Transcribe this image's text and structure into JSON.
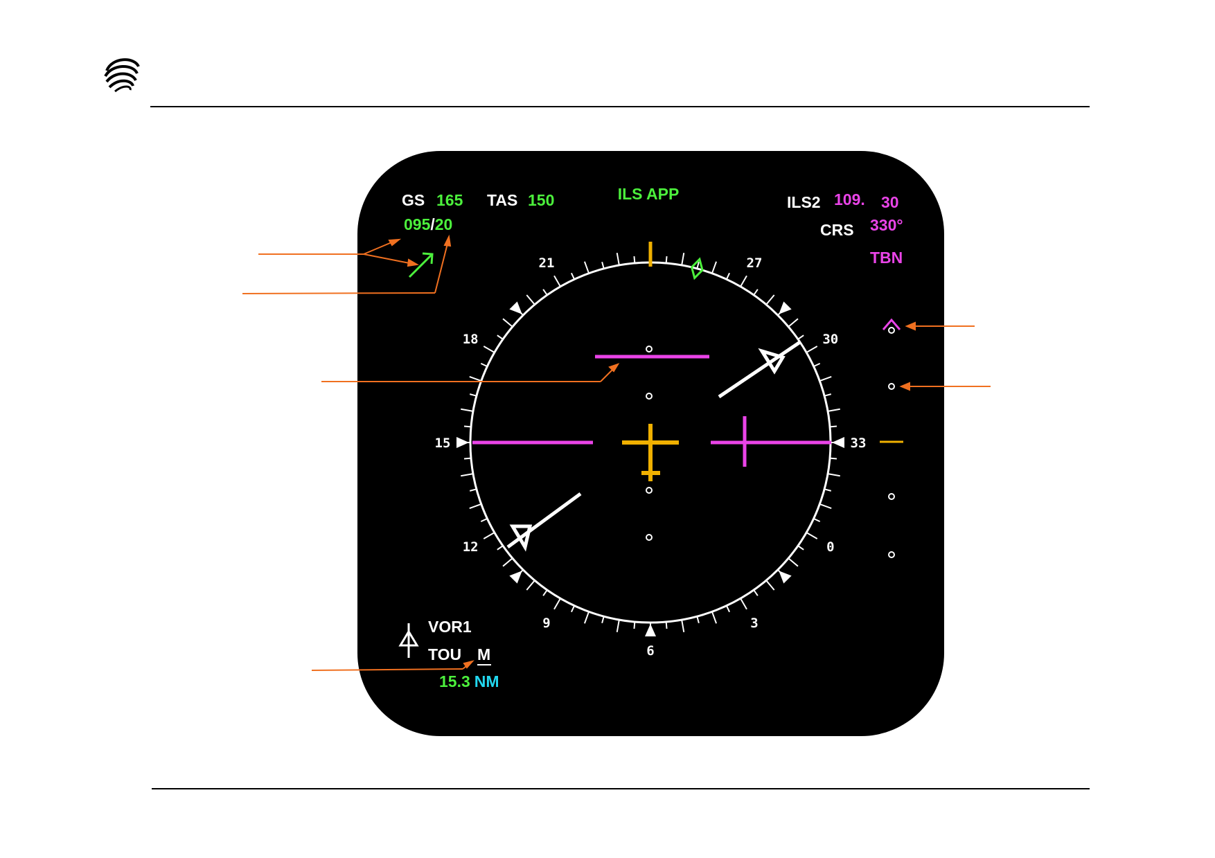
{
  "colors": {
    "white": "#ffffff",
    "green": "#4cf03c",
    "magenta": "#ea44e8",
    "amber": "#f0b000",
    "cyan": "#22d8f0",
    "annotation": "#f07020",
    "screen": "#000000"
  },
  "top_left": {
    "gs_label": "GS",
    "gs_value": "165",
    "tas_label": "TAS",
    "tas_value": "150",
    "wind_dir": "095",
    "wind_sep": "/",
    "wind_speed": "20"
  },
  "top_center": {
    "mode": "ILS APP"
  },
  "top_right": {
    "receiver_label": "ILS2",
    "freq_int": "109.",
    "freq_dec": "30",
    "crs_label": "CRS",
    "crs_value": "330°",
    "ident": "TBN"
  },
  "bottom_left": {
    "navaid_label": "VOR1",
    "navaid_ident": "TOU",
    "mode_flag": "M",
    "distance_value": "15.3",
    "distance_unit": "NM"
  },
  "compass": {
    "labels": [
      {
        "text": "21",
        "bearing": 210
      },
      {
        "text": "27",
        "bearing": 270
      },
      {
        "text": "18",
        "bearing": 180
      },
      {
        "text": "30",
        "bearing": 300
      },
      {
        "text": "15",
        "bearing": 150
      },
      {
        "text": "33",
        "bearing": 330
      },
      {
        "text": "12",
        "bearing": 120
      },
      {
        "text": "0",
        "bearing": 360
      },
      {
        "text": "9",
        "bearing": 90
      },
      {
        "text": "3",
        "bearing": 30
      },
      {
        "text": "6",
        "bearing": 60
      }
    ],
    "top_heading": 240,
    "heading_bug": 255,
    "course": 330,
    "triangle_marks": [
      195,
      285,
      150,
      330,
      105,
      15,
      60
    ]
  },
  "deviation": {
    "lateral_bar": 0.55,
    "vertical_bar": 0.9
  },
  "icons": {
    "logo": "swirl-logo-icon",
    "wind": "wind-arrow-icon",
    "heading_bug": "heading-bug-diamond-icon",
    "aircraft": "aircraft-symbol-icon",
    "bearing": "vor-bearing-pointer-icon",
    "glide_pointer": "glideslope-pointer-icon"
  }
}
